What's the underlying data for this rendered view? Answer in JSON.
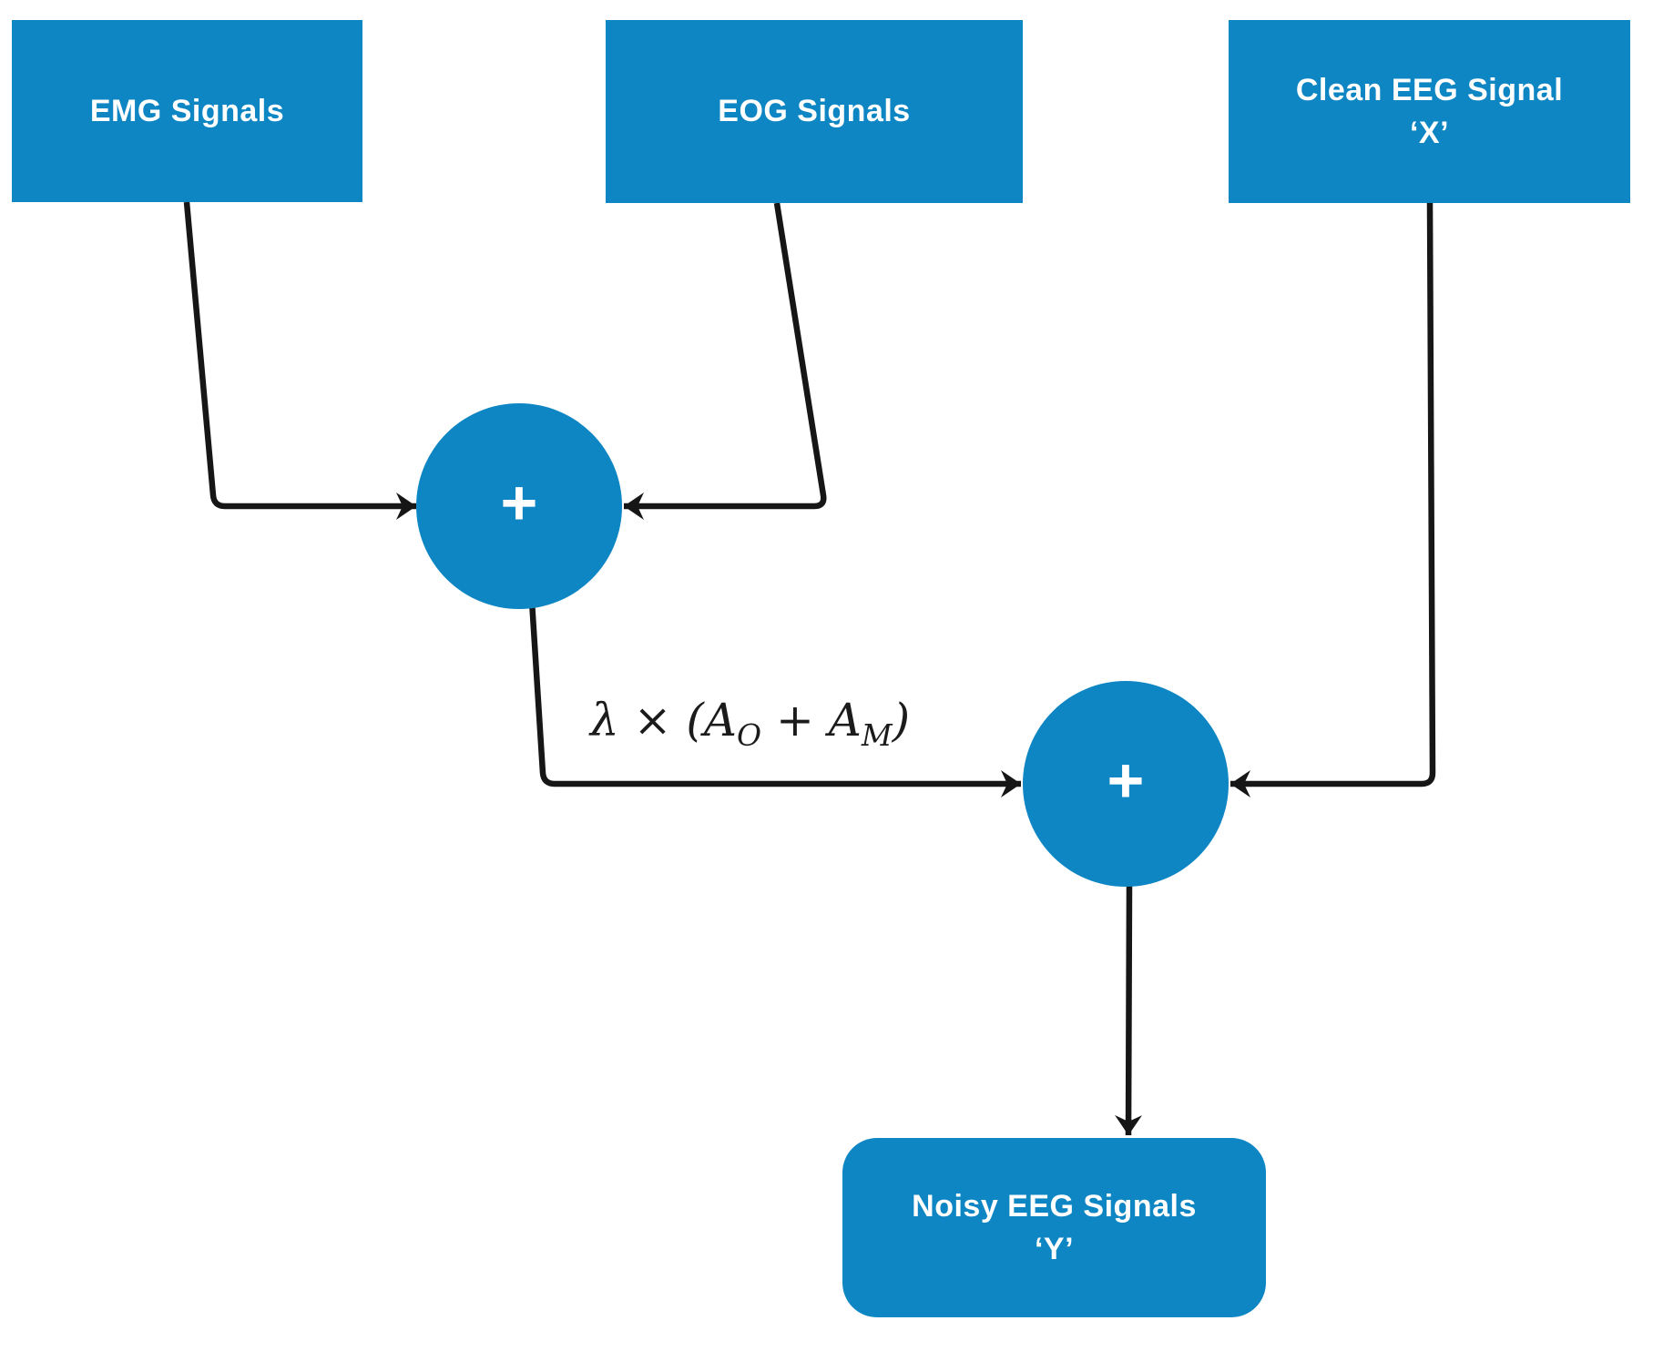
{
  "diagram": {
    "accent_color": "#0e86c4",
    "line_color": "#161616",
    "text_color": "#ffffff",
    "nodes": {
      "emg": {
        "label": "EMG Signals"
      },
      "eog": {
        "label": "EOG Signals"
      },
      "clean_eeg": {
        "line1": "Clean EEG Signal",
        "line2": "‘X’"
      },
      "sum1": {
        "symbol": "+"
      },
      "sum2": {
        "symbol": "+"
      },
      "noisy_eeg": {
        "line1": "Noisy EEG Signals",
        "line2": "‘Y’"
      }
    },
    "edge_label": {
      "prefix": "λ × (",
      "a1": "A",
      "a1_sub": "O",
      "mid": " + ",
      "a2": "A",
      "a2_sub": "M",
      "suffix": ")"
    }
  }
}
